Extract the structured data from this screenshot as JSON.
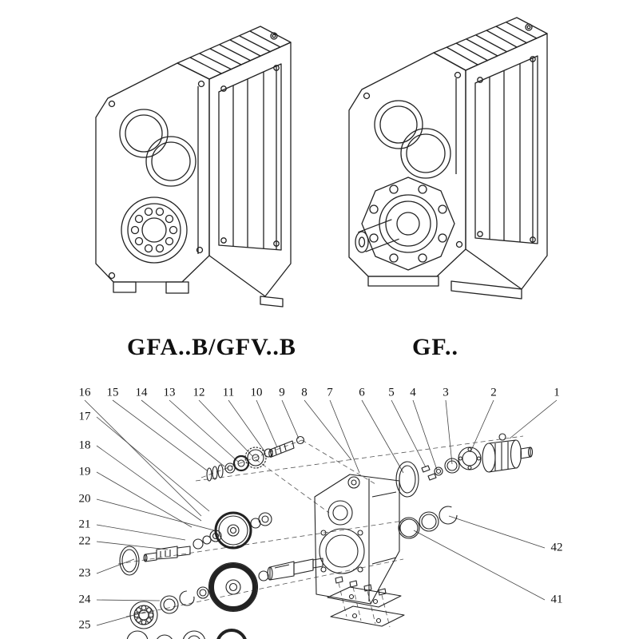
{
  "page": {
    "background": "#ffffff",
    "line_color": "#222222",
    "leader_line_color": "#444444"
  },
  "products": {
    "left_label": "GFA..B/GFV..B",
    "right_label": "GF.."
  },
  "exploded": {
    "top_callouts": [
      "16",
      "15",
      "14",
      "13",
      "12",
      "11",
      "10",
      "9",
      "8",
      "7",
      "6",
      "5",
      "4",
      "3",
      "2",
      "1"
    ],
    "left_callouts": [
      "17",
      "18",
      "19",
      "20",
      "21",
      "22",
      "23",
      "24",
      "25"
    ],
    "right_callouts": [
      "42",
      "41"
    ]
  }
}
